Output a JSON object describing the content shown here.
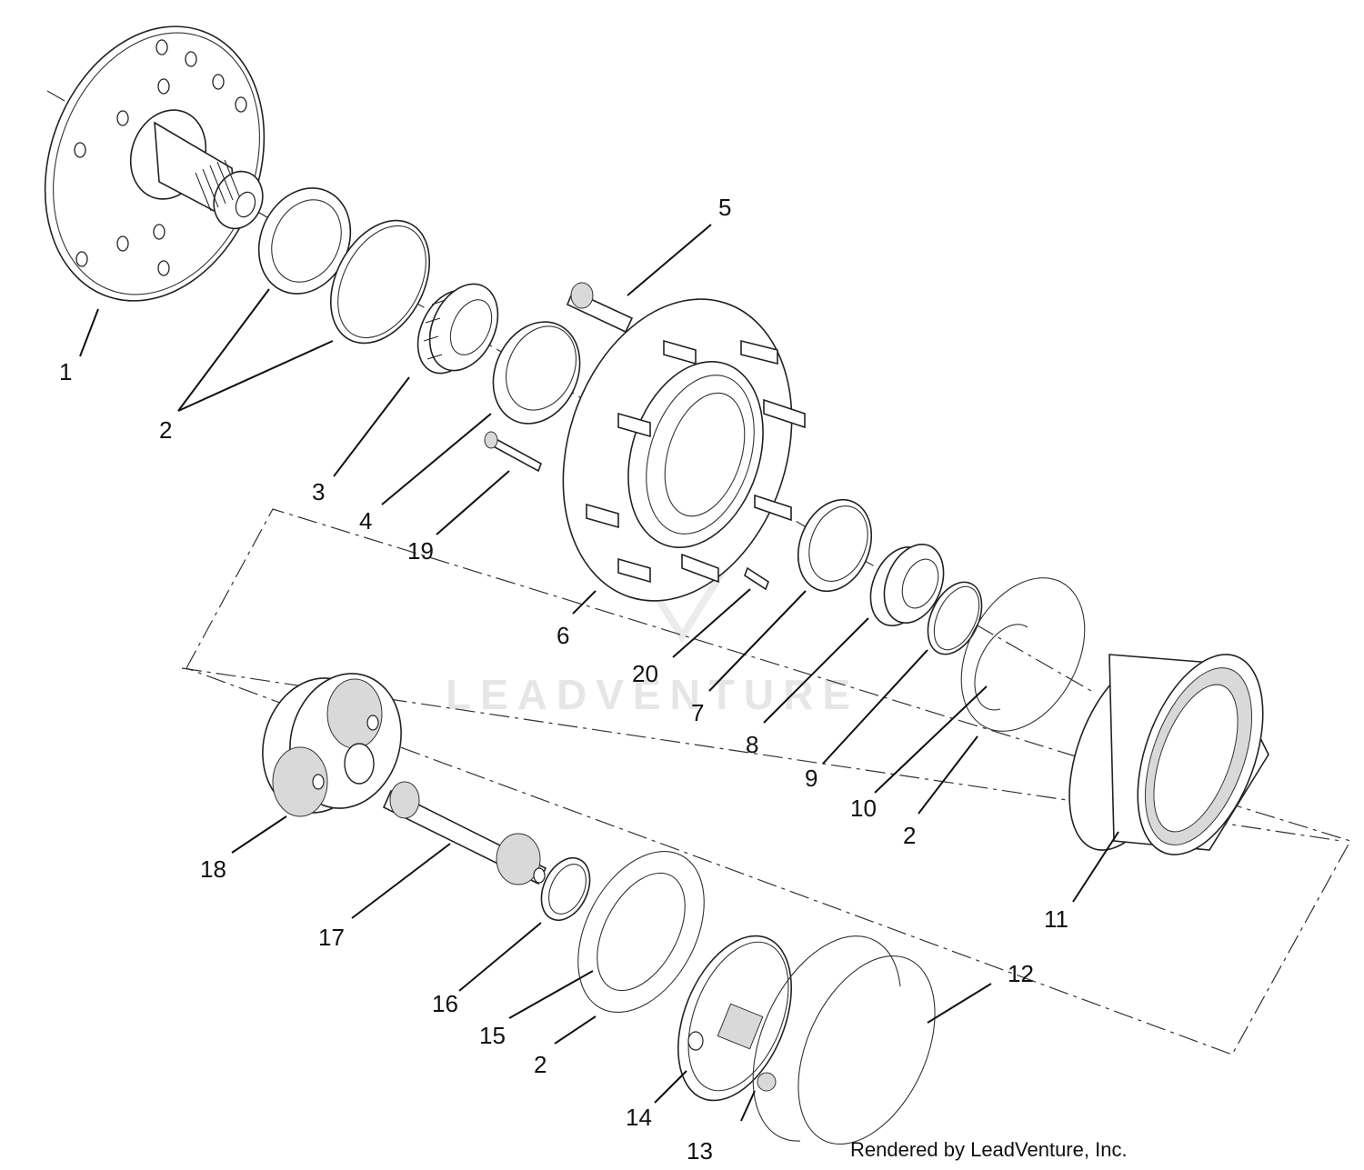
{
  "watermark_text": "LEADVENTURE",
  "credit_text": "Rendered by LeadVenture, Inc.",
  "callouts": [
    {
      "id": "c1",
      "label": "1"
    },
    {
      "id": "c2a",
      "label": "2"
    },
    {
      "id": "c3",
      "label": "3"
    },
    {
      "id": "c4",
      "label": "4"
    },
    {
      "id": "c5",
      "label": "5"
    },
    {
      "id": "c6",
      "label": "6"
    },
    {
      "id": "c7",
      "label": "7"
    },
    {
      "id": "c8",
      "label": "8"
    },
    {
      "id": "c9",
      "label": "9"
    },
    {
      "id": "c10",
      "label": "10"
    },
    {
      "id": "c2b",
      "label": "2"
    },
    {
      "id": "c11",
      "label": "11"
    },
    {
      "id": "c12",
      "label": "12"
    },
    {
      "id": "c13",
      "label": "13"
    },
    {
      "id": "c14",
      "label": "14"
    },
    {
      "id": "c2c",
      "label": "2"
    },
    {
      "id": "c15",
      "label": "15"
    },
    {
      "id": "c16",
      "label": "16"
    },
    {
      "id": "c17",
      "label": "17"
    },
    {
      "id": "c18",
      "label": "18"
    },
    {
      "id": "c19",
      "label": "19"
    },
    {
      "id": "c20",
      "label": "20"
    }
  ]
}
